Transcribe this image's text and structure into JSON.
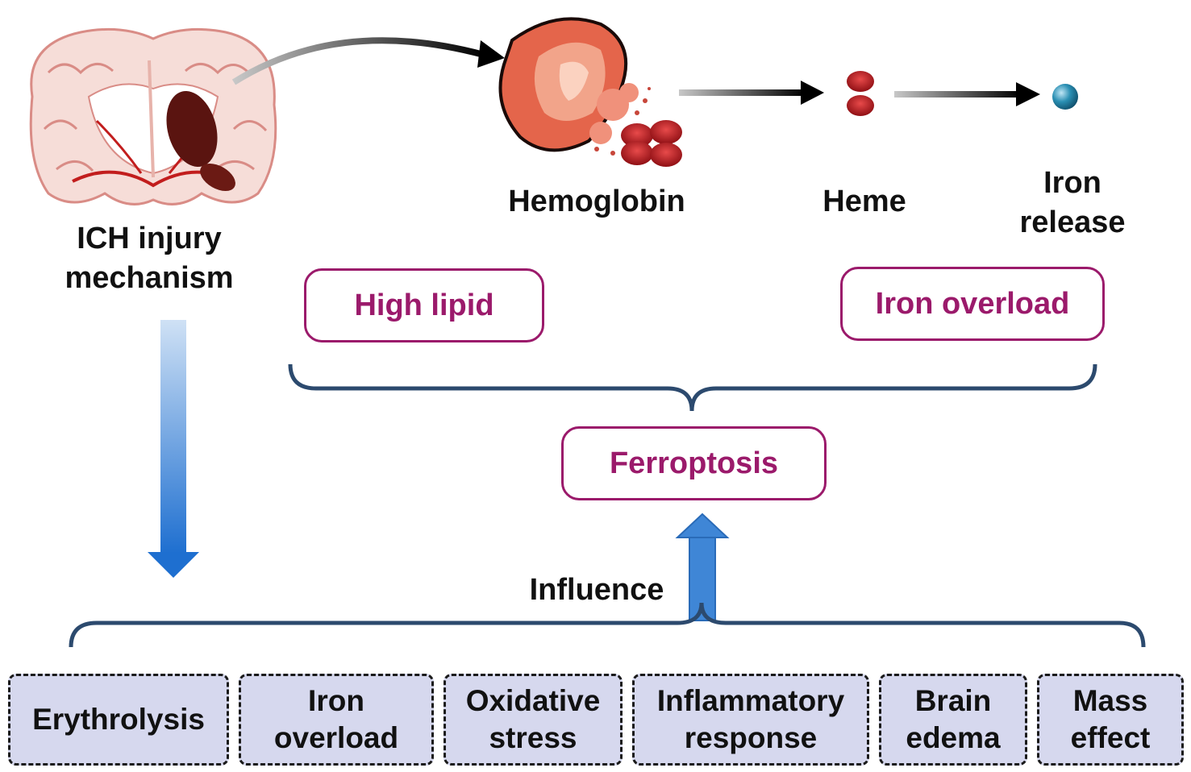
{
  "top": {
    "brain_label": [
      "ICH injury",
      "mechanism"
    ],
    "hemoglobin_label": "Hemoglobin",
    "heme_label": "Heme",
    "iron_label": [
      "Iron",
      "release"
    ]
  },
  "factors": {
    "high_lipid": "High lipid",
    "iron_overload": "Iron overload"
  },
  "center": {
    "ferroptosis": "Ferroptosis",
    "influence": "Influence"
  },
  "mechanisms": [
    {
      "lines": [
        "Erythrolysis"
      ]
    },
    {
      "lines": [
        "Iron",
        "overload"
      ]
    },
    {
      "lines": [
        "Oxidative",
        "stress"
      ]
    },
    {
      "lines": [
        "Inflammatory",
        "response"
      ]
    },
    {
      "lines": [
        "Brain",
        "edema"
      ]
    },
    {
      "lines": [
        "Mass",
        "effect"
      ]
    }
  ],
  "colors": {
    "accent_magenta": "#9b1a6b",
    "brace_navy": "#2c4a6e",
    "arrow_blue": "#2f7fd6",
    "box_fill": "#d6d8ee"
  },
  "icons": [
    "brain-coronal-hemorrhage-icon",
    "red-blood-cell-lysis-icon",
    "heme-icon",
    "iron-ion-icon"
  ]
}
